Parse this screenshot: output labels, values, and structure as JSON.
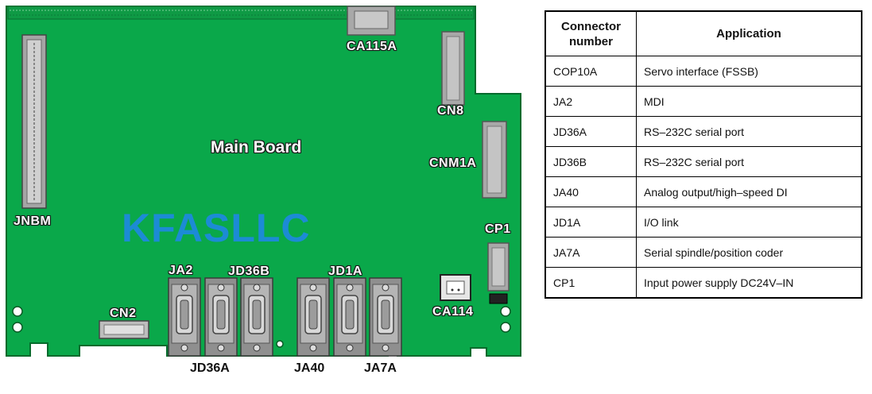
{
  "board": {
    "title": "Main Board",
    "watermark": "KFASLLC",
    "colors": {
      "board": "#0aa84a",
      "board_edge": "#066b2c",
      "connector": "#9a9a9a"
    },
    "labels": {
      "ca115a": "CA115A",
      "cn8": "CN8",
      "cnm1a": "CNM1A",
      "jnbm": "JNBM",
      "cp1": "CP1",
      "ja2": "JA2",
      "jd36b": "JD36B",
      "jd1a": "JD1A",
      "cn2": "CN2",
      "ca114": "CA114",
      "jd36a": "JD36A",
      "ja40": "JA40",
      "ja7a": "JA7A"
    }
  },
  "table": {
    "headers": [
      "Connector\nnumber",
      "Application"
    ],
    "rows": [
      {
        "connector": "COP10A",
        "application": "Servo interface (FSSB)"
      },
      {
        "connector": "JA2",
        "application": "MDI"
      },
      {
        "connector": "JD36A",
        "application": "RS–232C serial port"
      },
      {
        "connector": "JD36B",
        "application": "RS–232C serial port"
      },
      {
        "connector": "JA40",
        "application": "Analog output/high–speed DI"
      },
      {
        "connector": "JD1A",
        "application": "I/O link"
      },
      {
        "connector": "JA7A",
        "application": "Serial spindle/position coder"
      },
      {
        "connector": "CP1",
        "application": "Input power supply DC24V–IN"
      }
    ]
  }
}
